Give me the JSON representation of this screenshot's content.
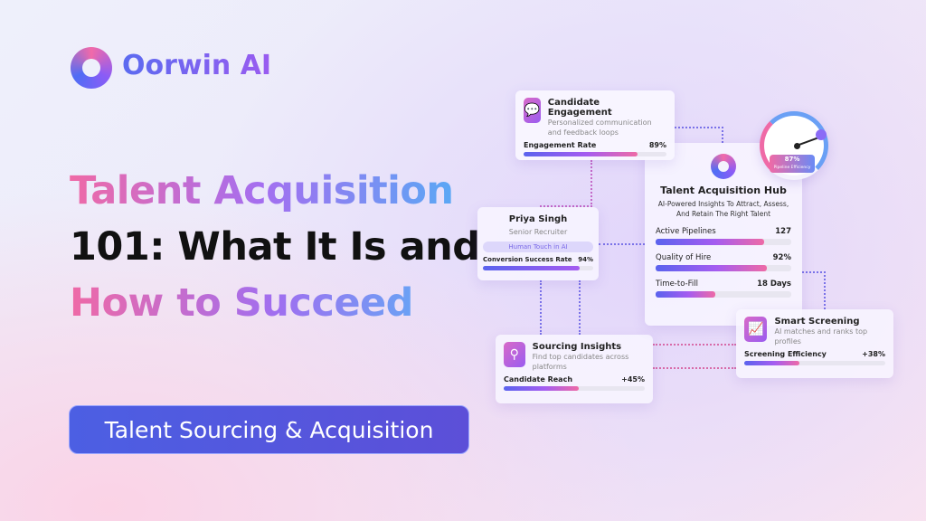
{
  "brand": {
    "name": "Oorwin AI"
  },
  "headline": {
    "line1": "Talent Acquisition",
    "line2": "101: What It Is and",
    "line3": "How to Succeed"
  },
  "cta": {
    "label": "Talent Sourcing & Acquisition"
  },
  "colors": {
    "accent_blue": "#4c5fe3",
    "accent_purple": "#9a5cf0",
    "accent_pink": "#ee6aa6"
  },
  "engagement": {
    "icon": "chat-icon",
    "title": "Candidate Engagement",
    "subtitle": "Personalized communication and feedback loops",
    "metric": "Engagement Rate",
    "value": "89%",
    "progress": 89
  },
  "gauge": {
    "value": "87%",
    "label": "Pipeline Efficiency",
    "progress": 87
  },
  "hub": {
    "title": "Talent Acquisition Hub",
    "subtitle": "AI-Powered Insights To Attract, Assess, And Retain The Right Talent",
    "metrics": [
      {
        "label": "Active Pipelines",
        "value": "127",
        "progress": 80
      },
      {
        "label": "Quality of Hire",
        "value": "92%",
        "progress": 82
      },
      {
        "label": "Time-to-Fill",
        "value": "18 Days",
        "progress": 44
      }
    ]
  },
  "priya": {
    "name": "Priya Singh",
    "role": "Senior Recruiter",
    "tag": "Human Touch in AI",
    "metric": "Conversion Success Rate",
    "value": "94%",
    "progress": 88
  },
  "sourcing": {
    "icon": "search-icon",
    "title": "Sourcing Insights",
    "subtitle": "Find top candidates across platforms",
    "metric": "Candidate Reach",
    "value": "+45%",
    "progress": 53
  },
  "screening": {
    "icon": "chart-icon",
    "title": "Smart Screening",
    "subtitle": "AI matches and ranks top profiles",
    "metric": "Screening Efficiency",
    "value": "+38%",
    "progress": 39
  }
}
